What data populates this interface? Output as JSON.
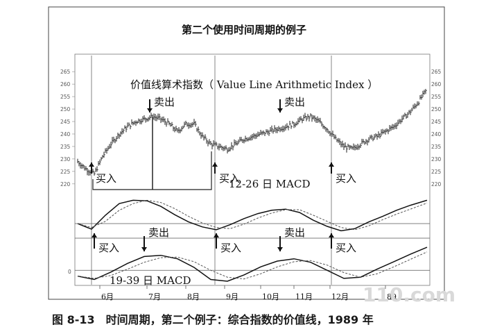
{
  "title": "第二个使用时间周期的例子",
  "caption": "图 8-13　时间周期，第二个例子：综合指数的价值线，1989 年",
  "watermark": "110.com",
  "chart_data": {
    "type": "line",
    "price_panel": {
      "label": "价值线算术指数（ Value Line Arithmetic Index ）",
      "y_ticks": [
        220,
        225,
        230,
        235,
        240,
        245,
        250,
        255,
        260,
        265
      ],
      "ylim": [
        218,
        267
      ],
      "x": [
        0,
        6,
        12,
        18,
        24,
        30,
        36,
        42,
        48,
        54,
        60,
        66,
        72,
        78,
        84,
        90,
        96,
        102,
        108,
        114,
        120,
        126,
        132,
        138,
        144,
        150,
        156,
        162,
        168,
        174,
        180,
        186,
        192,
        198,
        204,
        210,
        216,
        222,
        228,
        234,
        240,
        246,
        252
      ],
      "values": [
        229,
        226,
        224,
        231,
        236,
        240,
        243,
        245,
        246,
        247,
        246,
        244,
        241,
        244,
        244,
        239,
        236,
        235,
        234,
        236,
        238,
        239,
        240,
        241,
        242,
        243,
        244,
        246,
        247,
        245,
        242,
        238,
        235,
        234,
        236,
        238,
        239,
        241,
        243,
        246,
        249,
        253,
        258
      ]
    },
    "macd_12_26": {
      "label": "12-26 日 MACD",
      "x": [
        0,
        10,
        20,
        30,
        40,
        50,
        60,
        70,
        80,
        90,
        100,
        110,
        120,
        130,
        140,
        150,
        160,
        170,
        180,
        190,
        200,
        210,
        220,
        230,
        240,
        252
      ],
      "macd": [
        0.0,
        -1.0,
        1.5,
        3.6,
        4.2,
        4.1,
        3.1,
        1.6,
        0.3,
        -0.6,
        -1.1,
        -0.2,
        0.9,
        1.8,
        2.4,
        2.6,
        2.0,
        0.6,
        -0.5,
        -1.3,
        -0.9,
        0.3,
        1.3,
        2.4,
        3.3,
        4.2
      ],
      "signal": [
        0.0,
        -0.7,
        0.4,
        2.4,
        3.6,
        4.2,
        3.8,
        2.7,
        1.3,
        0.1,
        -0.7,
        -0.9,
        -0.1,
        1.0,
        1.9,
        2.5,
        2.5,
        1.5,
        0.4,
        -0.7,
        -1.1,
        -0.4,
        0.7,
        1.7,
        2.6,
        3.7
      ]
    },
    "macd_19_39": {
      "label": "19-39 日 MACD",
      "zero_tick": "0",
      "x": [
        0,
        12,
        24,
        36,
        48,
        60,
        72,
        84,
        96,
        108,
        120,
        132,
        144,
        156,
        168,
        180,
        192,
        204,
        216,
        228,
        240,
        252
      ],
      "macd": [
        -1.0,
        -1.6,
        -0.3,
        1.2,
        2.4,
        2.6,
        2.0,
        0.5,
        -1.6,
        -1.9,
        -0.8,
        0.6,
        1.6,
        2.0,
        1.4,
        0.0,
        -1.4,
        -1.2,
        0.2,
        1.5,
        2.8,
        4.0
      ],
      "signal": [
        -1.0,
        -1.4,
        -0.9,
        0.2,
        1.4,
        2.2,
        2.3,
        1.5,
        0.0,
        -1.2,
        -1.5,
        -0.6,
        0.6,
        1.5,
        1.7,
        0.9,
        -0.4,
        -1.2,
        -0.6,
        0.6,
        1.9,
        3.2
      ]
    },
    "x_ticks": [
      "6月",
      "7月",
      "8月",
      "9月",
      "10月",
      "11月",
      "12月",
      "89"
    ],
    "x_tick_positions": [
      16,
      50,
      78,
      106,
      132,
      156,
      182,
      222
    ],
    "signals": [
      {
        "label": "买入",
        "x": 10,
        "panel": "price"
      },
      {
        "label": "卖出",
        "x": 52,
        "panel": "price"
      },
      {
        "label": "买入",
        "x": 99,
        "panel": "price"
      },
      {
        "label": "卖出",
        "x": 146,
        "panel": "price"
      },
      {
        "label": "买入",
        "x": 183,
        "panel": "price"
      },
      {
        "label": "买入",
        "x": 12,
        "panel": "macd_19_39"
      },
      {
        "label": "卖出",
        "x": 48,
        "panel": "macd_19_39"
      },
      {
        "label": "买入",
        "x": 100,
        "panel": "macd_19_39"
      },
      {
        "label": "卖出",
        "x": 146,
        "panel": "macd_19_39"
      },
      {
        "label": "买入",
        "x": 183,
        "panel": "macd_19_39"
      }
    ],
    "cycle_verticals": [
      10,
      99,
      183
    ]
  }
}
